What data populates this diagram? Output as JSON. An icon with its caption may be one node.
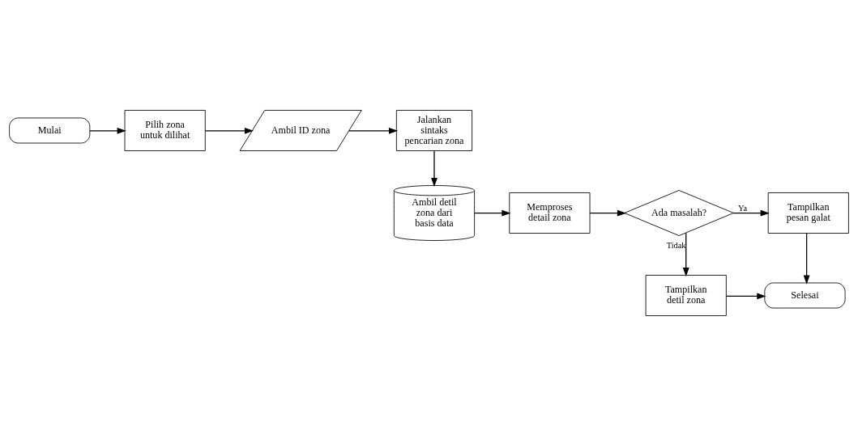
{
  "diagram": {
    "nodes": [
      {
        "text": [
          "Mulai"
        ]
      },
      {
        "text": [
          "Pilih zona untuk dilihat"
        ]
      },
      {
        "text": [
          "Ambil ID zona"
        ]
      },
      {
        "text": [
          "Jalankan sintaks pencarian zona"
        ]
      },
      {
        "text": [
          "Ambil detil zona dari basis data"
        ]
      },
      {
        "text": [
          "Memproses detail zona"
        ]
      },
      {
        "text": [
          "Ada masalah?"
        ]
      },
      {
        "text": [
          "Tampilkan pesan galat"
        ]
      },
      {
        "text": [
          "Tampilkan detil zona"
        ]
      },
      {
        "text": [
          "Selesai"
        ]
      }
    ],
    "edges": [
      {
        "from": 0,
        "to": 1,
        "arrow": "to"
      },
      {
        "from": 1,
        "to": 2,
        "arrow": "to"
      },
      {
        "from": 2,
        "to": 3,
        "arrow": "to"
      },
      {
        "from": 3,
        "to": 4,
        "arrow": "to"
      },
      {
        "from": 4,
        "to": 5,
        "arrow": "to"
      },
      {
        "from": 5,
        "to": 6,
        "arrow": "to"
      },
      {
        "from": 6,
        "to": 7,
        "label": "Ya",
        "arrow": "to"
      },
      {
        "from": 6,
        "to": 8,
        "label": "Tidak",
        "arrow": "to"
      },
      {
        "from": 7,
        "to": 9,
        "arrow": "to"
      },
      {
        "from": 8,
        "to": 9,
        "arrow": "to"
      }
    ]
  }
}
